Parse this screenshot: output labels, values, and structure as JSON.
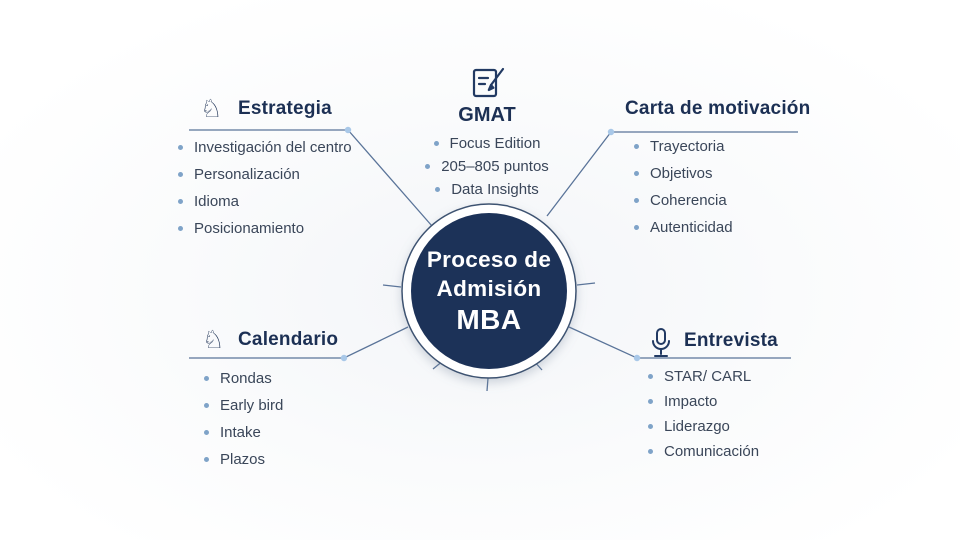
{
  "diagram": {
    "center": {
      "line1": "Proceso de",
      "line2": "Admisión",
      "line3": "MBA"
    },
    "branches": {
      "estrategia": {
        "title": "Estrategia",
        "icon": "chess-knight-icon",
        "icon_glyph": "♘",
        "items": [
          "Investigación del centro",
          "Personalización",
          "Idioma",
          "Posicionamiento"
        ]
      },
      "gmat": {
        "title": "GMAT",
        "icon": "exam-pencil-icon",
        "items": [
          "Focus Edition",
          "205–805 puntos",
          "Data Insights"
        ]
      },
      "carta": {
        "title": "Carta de motivación",
        "items": [
          "Trayectoria",
          "Objetivos",
          "Coherencia",
          "Autenticidad"
        ]
      },
      "calendario": {
        "title": "Calendario",
        "icon": "chess-knight-icon",
        "icon_glyph": "♘",
        "items": [
          "Rondas",
          "Early bird",
          "Intake",
          "Plazos"
        ]
      },
      "entrevista": {
        "title": "Entrevista",
        "icon": "microphone-icon",
        "items": [
          "STAR/ CARL",
          "Impacto",
          "Liderazgo",
          "Comunicación"
        ]
      }
    },
    "colors": {
      "navy_circle": "#1e3359",
      "title_text": "#1c3054",
      "body_text": "#3a4659",
      "connector": "#5a7499",
      "elbow_dot": "#a9c8e8",
      "bullet_dot": "#7fa3c8"
    }
  }
}
